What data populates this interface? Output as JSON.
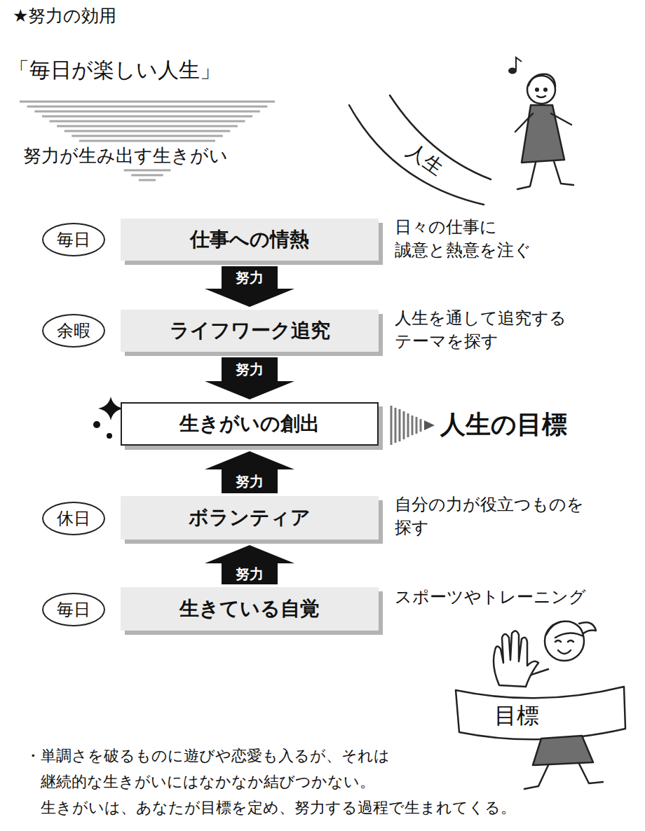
{
  "diagram": {
    "title": "「毎日が楽しい人生」",
    "caption": "・単調さを破るものに遊びや恋愛も入るが、それは 継続的な生きがいにはなかなか結びつかない。 生きがいは、あなたが目標を定め、努力する過程で生まれてくる。",
    "nodes": [
      {
        "text": [
          "努力が生み出す生きがい"
        ]
      },
      {
        "text": [
          "毎日"
        ]
      },
      {
        "text": [
          "仕事への情熱"
        ]
      },
      {
        "text": [
          "余暇"
        ]
      },
      {
        "text": [
          "ライフワーク追究"
        ]
      },
      {
        "text": [
          "生きがいの創出"
        ]
      },
      {
        "text": [
          "休日"
        ]
      },
      {
        "text": [
          "ボランティア"
        ]
      },
      {
        "text": [
          "毎日"
        ]
      },
      {
        "text": [
          "生きている自覚"
        ]
      }
    ],
    "edges": [
      {
        "from": 2,
        "to": 4,
        "label": "努力",
        "arrow": "to"
      },
      {
        "from": 4,
        "to": 5,
        "label": "努力",
        "arrow": "to"
      },
      {
        "from": 7,
        "to": 5,
        "label": "努力",
        "arrow": "to"
      },
      {
        "from": 9,
        "to": 7,
        "label": "努力",
        "arrow": "to"
      }
    ],
    "labels": [
      "★努力の効用",
      "人生",
      "日々の仕事に 誠意と熱意を注ぐ",
      "人生を通して追究する テーマを探す",
      "人生の目標",
      "自分の力が役立つものを 探す",
      "スポーツやトレーニング",
      "目標"
    ]
  }
}
